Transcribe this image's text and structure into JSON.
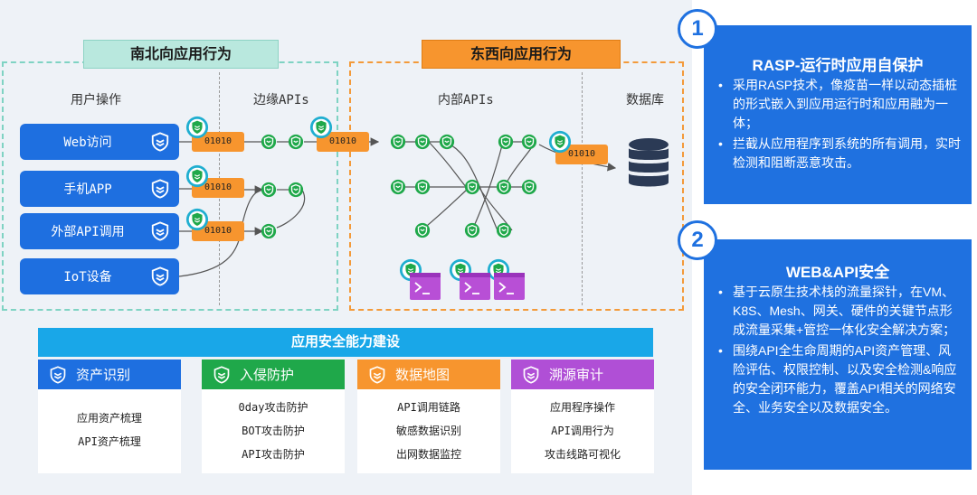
{
  "zones": {
    "north_south": {
      "title": "南北向应用行为",
      "col_user": "用户操作",
      "col_edge": "边缘APIs"
    },
    "east_west": {
      "title": "东西向应用行为",
      "col_internal": "内部APIs",
      "col_db": "数据库"
    }
  },
  "user_actions": [
    "Web访问",
    "手机APP",
    "外部API调用",
    "IoT设备"
  ],
  "packet_label": "01010",
  "cards": [
    {
      "number": "1",
      "title": "RASP-运行时应用自保护",
      "items": [
        "采用RASP技术，像疫苗一样以动态插桩的形式嵌入到应用运行时和应用融为一体；",
        "拦截从应用程序到系统的所有调用，实时检测和阻断恶意攻击。"
      ]
    },
    {
      "number": "2",
      "title": "WEB&API安全",
      "items": [
        "基于云原生技术栈的流量探针，在VM、K8S、Mesh、网关、硬件的关键节点形成流量采集+管控一体化安全解决方案；",
        "围绕API全生命周期的API资产管理、风险评估、权限控制、以及安全检测&响应的安全闭环能力，覆盖API相关的网络安全、业务安全以及数据安全。"
      ]
    }
  ],
  "capability": {
    "title": "应用安全能力建设",
    "columns": [
      {
        "title": "资产识别",
        "color": "#1e6fe0",
        "items": [
          "应用资产梳理",
          "API资产梳理"
        ]
      },
      {
        "title": "入侵防护",
        "color": "#1fa84a",
        "items": [
          "0day攻击防护",
          "BOT攻击防护",
          "API攻击防护"
        ]
      },
      {
        "title": "数据地图",
        "color": "#f7952e",
        "items": [
          "API调用链路",
          "敏感数据识别",
          "出网数据监控"
        ]
      },
      {
        "title": "溯源审计",
        "color": "#b04fd6",
        "items": [
          "应用程序操作",
          "API调用行为",
          "攻击线路可视化"
        ]
      }
    ]
  },
  "icons": {
    "shield": "shield-icon",
    "node": "api-node-icon",
    "probe": "probe-icon",
    "db": "database-icon",
    "terminal": "terminal-icon"
  }
}
